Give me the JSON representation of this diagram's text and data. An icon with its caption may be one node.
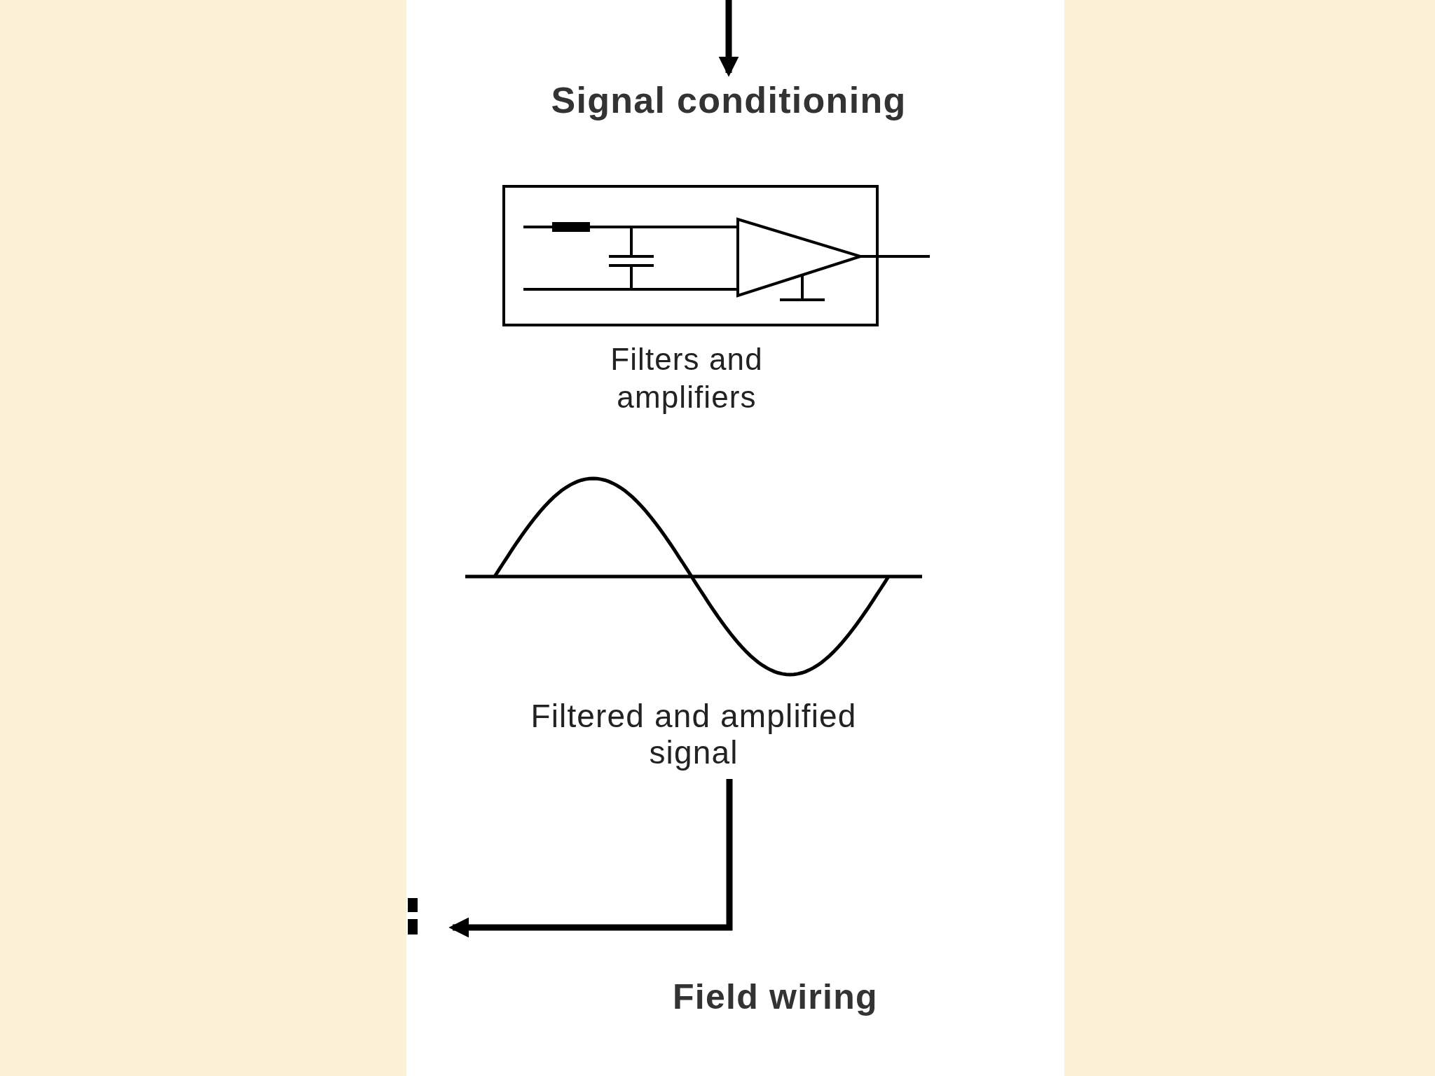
{
  "diagram": {
    "nodes": [
      {
        "text": [
          "Signal conditioning"
        ]
      },
      {
        "text": [],
        "shape": "box",
        "beside": [
          "Filters and amplifiers"
        ]
      },
      {
        "text": [
          "Filtered and amplified signal"
        ]
      }
    ],
    "edges": [
      {
        "from": null,
        "to": 0,
        "arrow": "to"
      },
      {
        "from": 2,
        "to": null,
        "arrow": "to"
      }
    ],
    "labels": [
      "Field wiring"
    ]
  }
}
